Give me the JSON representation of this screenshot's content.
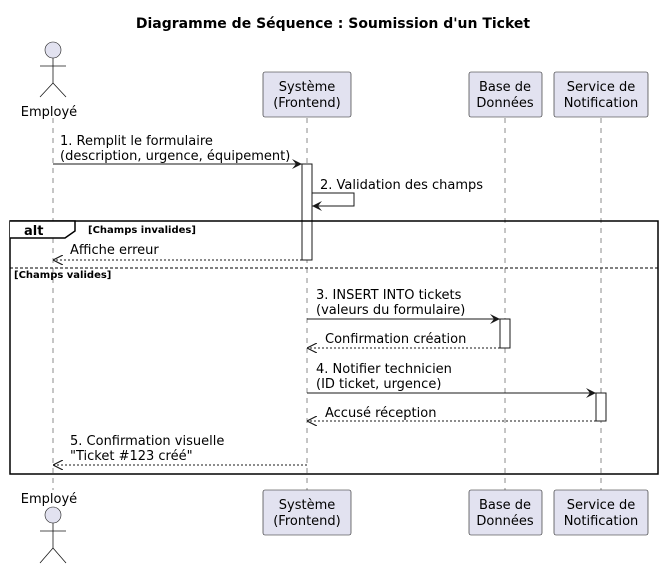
{
  "title": "Diagramme de Séquence : Soumission d'un Ticket",
  "participants": {
    "employe": {
      "label": "Employé",
      "type": "actor"
    },
    "systeme": {
      "line1": "Système",
      "line2": "(Frontend)"
    },
    "bdd": {
      "line1": "Base de",
      "line2": "Données"
    },
    "notif": {
      "line1": "Service de",
      "line2": "Notification"
    }
  },
  "fragment": {
    "operator": "alt",
    "guard1": "[Champs invalides]",
    "guard2": "[Champs valides]"
  },
  "messages": {
    "m1": {
      "line1": "1. Remplit le formulaire",
      "line2": "(description, urgence, équipement)"
    },
    "m2": {
      "line1": "2. Validation des champs"
    },
    "m_err": {
      "line1": "Affiche erreur"
    },
    "m3": {
      "line1": "3. INSERT INTO tickets",
      "line2": "(valeurs du formulaire)"
    },
    "m3r": {
      "line1": "Confirmation création"
    },
    "m4": {
      "line1": "4. Notifier technicien",
      "line2": "(ID ticket, urgence)"
    },
    "m4r": {
      "line1": "Accusé réception"
    },
    "m5": {
      "line1": "5. Confirmation visuelle",
      "line2": "\"Ticket #123 créé\""
    }
  },
  "colors": {
    "participant_fill": "#e2e2f0",
    "stroke": "#181818",
    "background": "#ffffff"
  }
}
